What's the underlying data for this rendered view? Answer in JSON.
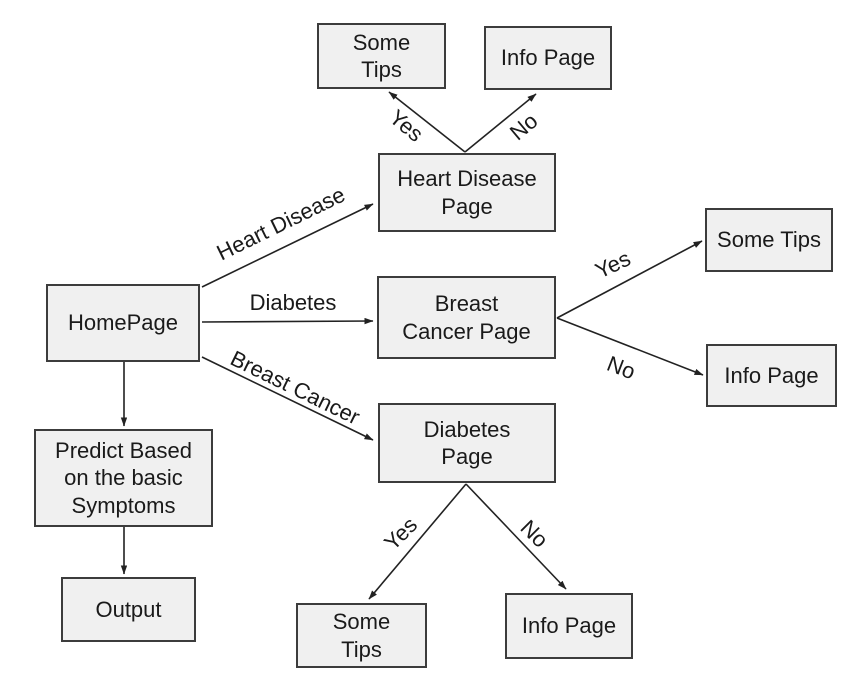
{
  "diagram": {
    "type": "flowchart",
    "nodes": [
      {
        "id": "homepage",
        "label": "HomePage"
      },
      {
        "id": "heart-disease-page",
        "label": "Heart Disease\nPage"
      },
      {
        "id": "breast-cancer-page",
        "label": "Breast\nCancer Page"
      },
      {
        "id": "diabetes-page",
        "label": "Diabetes\nPage"
      },
      {
        "id": "some-tips-heart",
        "label": "Some\nTips"
      },
      {
        "id": "info-page-heart",
        "label": "Info Page"
      },
      {
        "id": "some-tips-breast",
        "label": "Some Tips"
      },
      {
        "id": "info-page-breast",
        "label": "Info Page"
      },
      {
        "id": "some-tips-diabetes",
        "label": "Some\nTips"
      },
      {
        "id": "info-page-diabetes",
        "label": "Info Page"
      },
      {
        "id": "predict",
        "label": "Predict Based\non the basic\nSymptoms"
      },
      {
        "id": "output",
        "label": "Output"
      }
    ],
    "edges": [
      {
        "from": "homepage",
        "to": "heart-disease-page",
        "label": "Heart Disease"
      },
      {
        "from": "homepage",
        "to": "breast-cancer-page",
        "label": "Diabetes"
      },
      {
        "from": "homepage",
        "to": "diabetes-page",
        "label": "Breast Cancer"
      },
      {
        "from": "homepage",
        "to": "predict",
        "label": ""
      },
      {
        "from": "predict",
        "to": "output",
        "label": ""
      },
      {
        "from": "heart-disease-page",
        "to": "some-tips-heart",
        "label": "Yes"
      },
      {
        "from": "heart-disease-page",
        "to": "info-page-heart",
        "label": "No"
      },
      {
        "from": "breast-cancer-page",
        "to": "some-tips-breast",
        "label": "Yes"
      },
      {
        "from": "breast-cancer-page",
        "to": "info-page-breast",
        "label": "No"
      },
      {
        "from": "diabetes-page",
        "to": "some-tips-diabetes",
        "label": "Yes"
      },
      {
        "from": "diabetes-page",
        "to": "info-page-diabetes",
        "label": "No"
      }
    ],
    "colors": {
      "node_fill": "#f0f0f0",
      "node_border": "#3c3c3c",
      "text": "#1a1a1a",
      "arrow": "#222222",
      "background": "#ffffff"
    }
  }
}
